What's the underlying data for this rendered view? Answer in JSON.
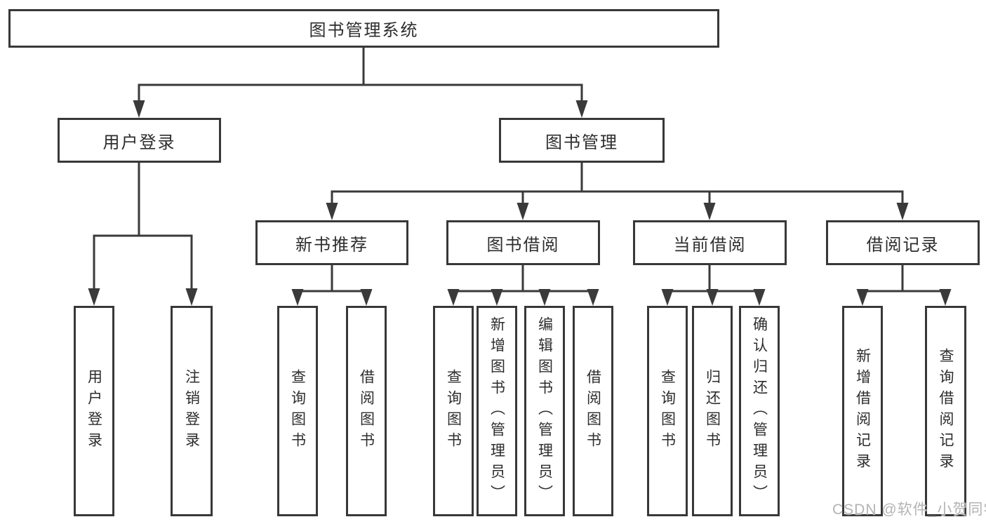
{
  "tree": {
    "label": "图书管理系统",
    "children": [
      {
        "label": "用户登录",
        "children": [
          {
            "label": "用户登录"
          },
          {
            "label": "注销登录"
          }
        ]
      },
      {
        "label": "图书管理",
        "children": [
          {
            "label": "新书推荐",
            "children": [
              {
                "label": "查询图书"
              },
              {
                "label": "借阅图书"
              }
            ]
          },
          {
            "label": "图书借阅",
            "children": [
              {
                "label": "查询图书"
              },
              {
                "label": "新增图书（管理员）"
              },
              {
                "label": "编辑图书（管理员）"
              },
              {
                "label": "借阅图书"
              }
            ]
          },
          {
            "label": "当前借阅",
            "children": [
              {
                "label": "查询图书"
              },
              {
                "label": "归还图书"
              },
              {
                "label": "确认归还（管理员）"
              }
            ]
          },
          {
            "label": "借阅记录",
            "children": [
              {
                "label": "新增借阅记录"
              },
              {
                "label": "查询借阅记录"
              }
            ]
          }
        ]
      }
    ]
  },
  "watermark": "CSDN @软件_小贺同学",
  "colors": {
    "line": "#3a3a3a",
    "box_border": "#383838",
    "text": "#2d2d2d",
    "watermark": "#b3b3b3",
    "background": "#ffffff"
  }
}
